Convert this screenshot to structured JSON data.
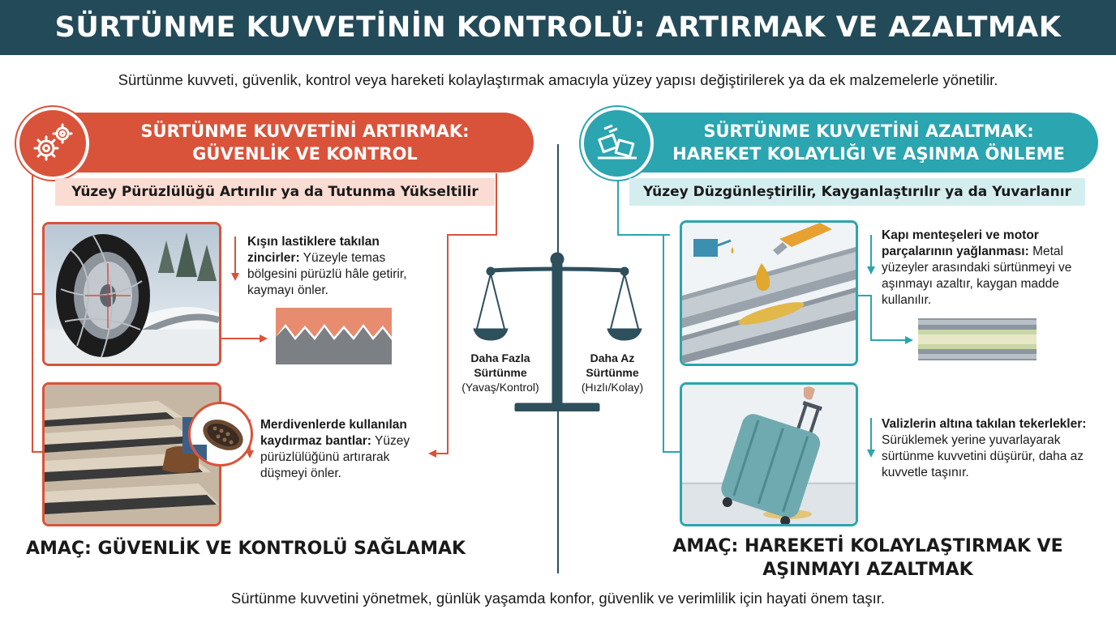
{
  "header": {
    "title": "SÜRTÜNME KUVVETİNİN KONTROLÜ: ARTIRMAK VE AZALTMAK"
  },
  "subtitle": "Sürtünme kuvveti, güvenlik, kontrol veya hareketi kolaylaştırmak amacıyla yüzey yapısı değiştirilerek ya da ek malzemelerle yönetilir.",
  "left": {
    "banner_line1": "SÜRTÜNME KUVVETİNİ ARTIRMAK:",
    "banner_line2": "GÜVENLİK VE KONTROL",
    "pill": "Yüzey Pürüzlülüğü Artırılır ya da Tutunma Yükseltilir",
    "item1_bold": "Kışın lastiklere takılan zincirler:",
    "item1_text": " Yüzeyle temas bölgesini pürüzlü hâle getirir, kaymayı önler.",
    "item2_bold": "Merdivenlerde kullanılan kaydırmaz bantlar:",
    "item2_text": " Yüzey pürüzlülüğünü artırarak düşmeyi önler.",
    "goal": "AMAÇ: GÜVENLİK VE KONTROLÜ SAĞLAMAK",
    "icon": "gears-icon",
    "color": "#d9533a"
  },
  "right": {
    "banner_line1": "SÜRTÜNME KUVVETİNİ AZALTMAK:",
    "banner_line2": "HAREKET KOLAYLIĞI VE AŞINMA ÖNLEME",
    "pill": "Yüzey Düzgünleştirilir, Kayganlaştırılır ya da Yuvarlanır",
    "item1_bold": "Kapı menteşeleri ve motor parçalarının yağlanması:",
    "item1_text": " Metal yüzeyler arasındaki sürtünmeyi ve aşınmayı azaltır, kaygan madde kullanılır.",
    "item2_bold": "Valizlerin altına takılan tekerlekler:",
    "item2_text": " Sürüklemek yerine yuvarlayarak sürtünme kuvvetini düşürür, daha az kuvvetle taşınır.",
    "goal_line1": "AMAÇ: HAREKETİ KOLAYLAŞTIRMAK VE",
    "goal_line2": "AŞINMAYI AZALTMAK",
    "icon": "sliding-blocks-icon",
    "color": "#2ba5b0"
  },
  "scale": {
    "left_bold": "Daha Fazla Sürtünme",
    "left_sub": "(Yavaş/Kontrol)",
    "right_bold": "Daha Az Sürtünme",
    "right_sub": "(Hızlı/Kolay)",
    "color": "#2e4f5c"
  },
  "footer": "Sürtünme kuvvetini yönetmek, günlük yaşamda konfor, güvenlik ve verimlilik için hayati önem taşır."
}
